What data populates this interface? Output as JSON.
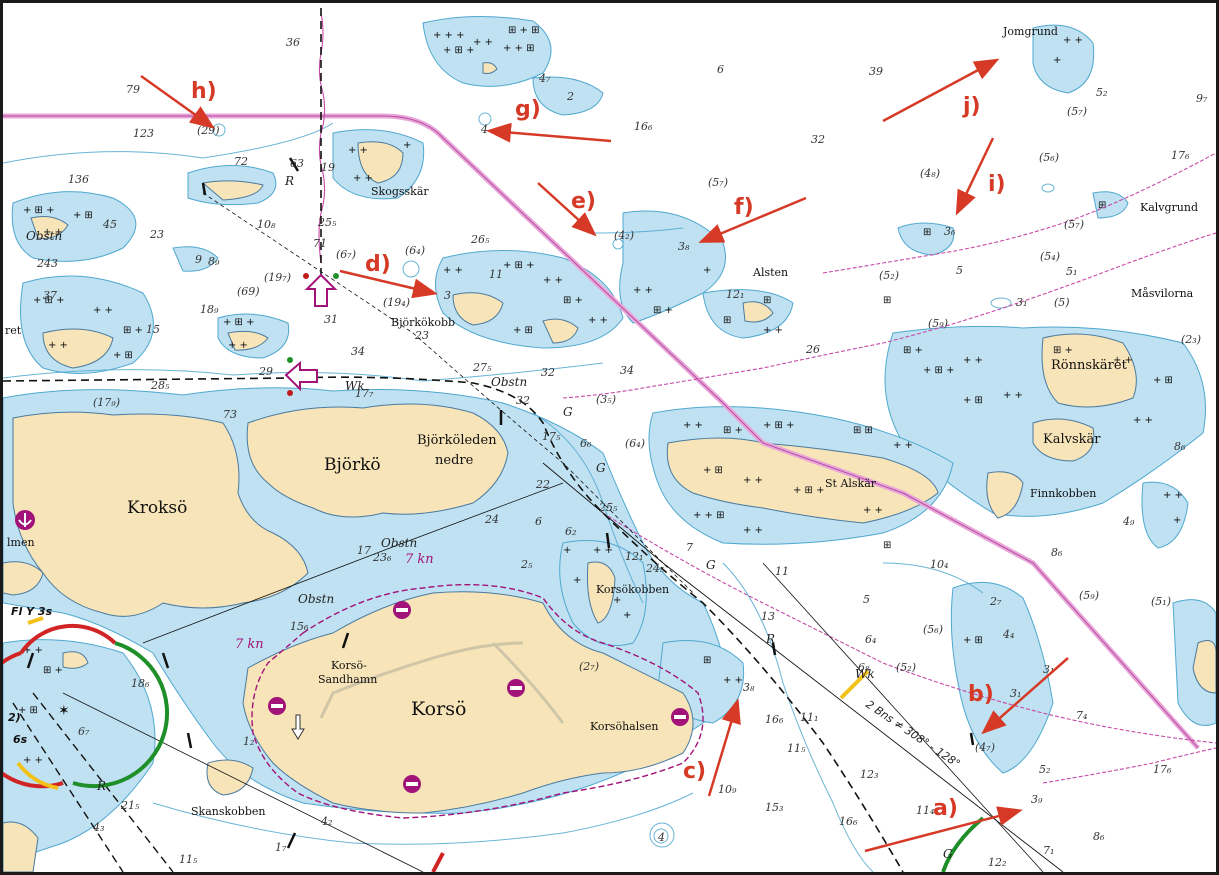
{
  "colors": {
    "land": "#f7e4b8",
    "shallow_water": "#bfe1f1",
    "depth_contour": "#4fa8cf",
    "magenta_line": "#d37ed0",
    "fairway_pink": "#e9a6d8",
    "annotation_red": "#d63a26",
    "border": "#1a1a1a"
  },
  "place_names": {
    "jomgrund": "Jomgrund",
    "skogsskar": "Skogsskär",
    "alsten": "Alsten",
    "kalvgrund": "Kalvgrund",
    "masvilorna": "Måsvilorna",
    "bjorkokobb": "Björkökobb",
    "ronnskaret": "Rönnskäret",
    "kalvskar": "Kalvskär",
    "finnkobben": "Finnkobben",
    "st_alskar": "St Alskär",
    "bjorkoleden_line1": "Björköleden",
    "bjorkoleden_line2": "nedre",
    "bjorko": "Björkö",
    "krokso": "Kroksö",
    "korsokobben": "Korsökobben",
    "korso_sandhamn_line1": "Korsö-",
    "korso_sandhamn_line2": "Sandhamn",
    "korso": "Korsö",
    "korsohalsen": "Korsöhalsen",
    "skanskobben": "Skanskobben",
    "left_edge_ret": "ret",
    "left_edge_lmen": "lmen"
  },
  "notations": {
    "obstn_1": "Obstn",
    "obstn_2": "Obstn",
    "obstn_3": "Obstn",
    "obstn_4": "Obstn",
    "wk_1": "Wk",
    "wk_2": "Wk",
    "speed_1": "7 kn",
    "speed_2": "7 kn",
    "light": "Fl Y 3s",
    "light_period": "6s",
    "light_num": "2)",
    "bearing": "2 Bns ≠ 308° - 128°",
    "g_1": "G",
    "g_2": "G",
    "g_3": "G",
    "g_4": "G",
    "r_1": "R",
    "r_2": "R",
    "r_3": "R"
  },
  "annotations": [
    {
      "label": "a)"
    },
    {
      "label": "b)"
    },
    {
      "label": "c)"
    },
    {
      "label": "d)"
    },
    {
      "label": "e)"
    },
    {
      "label": "f)"
    },
    {
      "label": "g)"
    },
    {
      "label": "h)"
    },
    {
      "label": "i)"
    },
    {
      "label": "j)"
    }
  ],
  "depths": {
    "d36": "36",
    "d79": "79",
    "d123": "123",
    "d29": "(29)",
    "d72": "72",
    "d63": "63",
    "d136": "136",
    "d45": "45",
    "d23": "23",
    "d243": "243",
    "d37": "37",
    "d15": "15",
    "d189": "18₉",
    "d69": "(69)",
    "d89": "8₉",
    "d108": "10₈",
    "d71": "71",
    "d197": "(19₇)",
    "d255": "25₅",
    "d67": "(6₇)",
    "d64": "(6₄)",
    "d19": "19",
    "d265": "26₅",
    "d11": "11",
    "d194": "(19₄)",
    "d3": "3",
    "d23b": "23",
    "d31": "31",
    "d34": "34",
    "d285": "28₅",
    "d29b": "29",
    "d179": "(17₉)",
    "d73": "73",
    "d177": "17₇",
    "d275": "27₅",
    "d32": "32",
    "d32b": "32",
    "d34b": "34",
    "d47": "4₇",
    "d2": "2",
    "d4": "4",
    "d166": "16₆",
    "d6": "6",
    "d42": "(4₂)",
    "d57": "(5₇)",
    "d38": "3₈",
    "d121": "12₁",
    "d26": "26",
    "d39": "39",
    "d32c": "32",
    "d48": "(4₈)",
    "d36b": "3₆",
    "d52": "5₂",
    "d97": "9₇",
    "d57b": "(5₇)",
    "d56": "(5₆)",
    "d176": "17₆",
    "d57c": "(5₇)",
    "d54": "(5₄)",
    "d51": "5₁",
    "d52b": "(5₂)",
    "d5": "5",
    "d31b": "3₁",
    "d5b": "(5)",
    "d59": "(5₉)",
    "d23c": "(2₃)",
    "d35": "(3₅)",
    "d66": "6₆",
    "d64b": "(6₄)",
    "d175": "17₅",
    "d22": "22",
    "d24": "24",
    "d17": "17",
    "d236": "23₆",
    "d25": "2₅",
    "d6b": "6",
    "d62": "6₂",
    "d245": "24₅",
    "d121b": "12₁",
    "d255b": "25₅",
    "d7": "7",
    "d104": "10₄",
    "d5c": "5",
    "d86": "8₆",
    "d49": "4₉",
    "d86b": "8₆",
    "d59b": "(5₉)",
    "d51b": "(5₁)",
    "d27": "2₇",
    "d56b": "(5₆)",
    "d44": "4₄",
    "d52c": "(5₂)",
    "d31c": "3₁",
    "d31d": "3₁",
    "d74": "7₄",
    "d47b": "(4₇)",
    "d176b": "17₆",
    "d39b": "3₉",
    "d52d": "5₂",
    "d86c": "8₆",
    "d71b": "7₁",
    "d64c": "6₄",
    "d68": "6₈",
    "d111": "11₁",
    "d115": "11₅",
    "d166b": "16₆",
    "d123b": "12₃",
    "d114": "11₄",
    "d153": "15₃",
    "d166c": "16₆",
    "d109": "10₉",
    "d4b": "4",
    "d122": "12₂",
    "d156": "15₆",
    "d13": "13",
    "d11b": "11",
    "d27b": "(2₇)",
    "d38b": "3₈",
    "d186": "18₆",
    "d67b": "6₇",
    "d42b": "4₂",
    "d17b": "1₇",
    "d12": "1₂",
    "d215": "21₅",
    "d43": "4₃",
    "d115b": "11₅",
    "d9": "9"
  }
}
